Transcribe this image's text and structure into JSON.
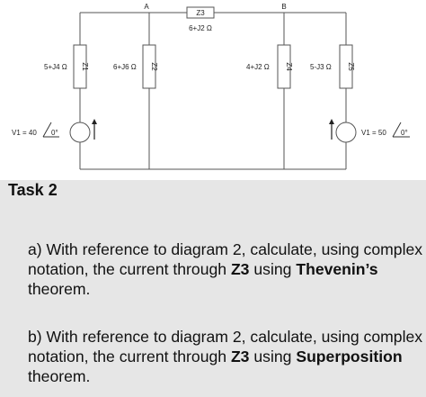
{
  "diagram": {
    "node_a": "A",
    "node_b": "B",
    "z1": {
      "label": "Z1",
      "value": "5+J4 Ω"
    },
    "z2": {
      "label": "Z2",
      "value": "6+J6 Ω"
    },
    "z3": {
      "label": "Z3",
      "value": "6+J2 Ω"
    },
    "z4": {
      "label": "Z4",
      "value": "4+J2 Ω"
    },
    "z5": {
      "label": "Z5",
      "value": "5-J3 Ω"
    },
    "v_left": "V1 = 40",
    "v_left_angle": "0°",
    "v_right": "V1 = 50",
    "v_right_angle": "0°"
  },
  "task": {
    "title": "Task 2",
    "a": {
      "lead": "a) With reference to diagram 2, calculate, using complex notation, the current through ",
      "bold1": "Z3",
      "mid": " using ",
      "bold2": "Thevenin’s",
      "tail": " theorem."
    },
    "b": {
      "lead": "b) With reference to diagram 2, calculate, using complex notation, the current through ",
      "bold1": "Z3",
      "mid": " using ",
      "bold2": "Superposition",
      "tail": " theorem."
    }
  }
}
